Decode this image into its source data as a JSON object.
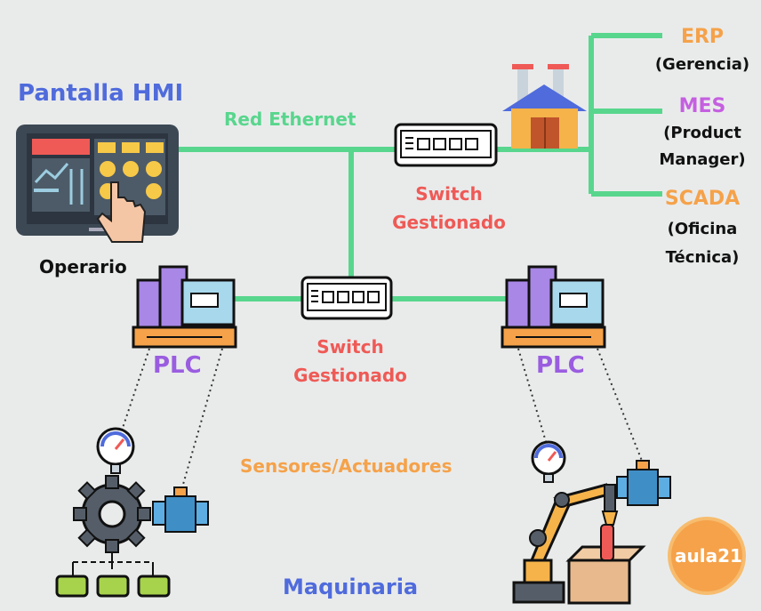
{
  "colors": {
    "background": "#e9ebeb",
    "network_line": "#58d68d",
    "hmi_title": "#4f6bdc",
    "plc_label": "#9a5de0",
    "switch_label": "#ef5a56",
    "erp": "#f5a24a",
    "mes": "#c55fe0",
    "scada": "#f5a24a",
    "sensors": "#f5a24a",
    "machinery": "#4f6bdc",
    "text_dark": "#111111"
  },
  "hmi": {
    "title": "Pantalla HMI",
    "operator_label": "Operario"
  },
  "network": {
    "label": "Red Ethernet"
  },
  "switch_top": {
    "line1": "Switch",
    "line2": "Gestionado"
  },
  "switch_bottom": {
    "line1": "Switch",
    "line2": "Gestionado"
  },
  "plc_left": {
    "label": "PLC"
  },
  "plc_right": {
    "label": "PLC"
  },
  "systems": {
    "erp": {
      "name": "ERP",
      "line1": "(Gerencia)"
    },
    "mes": {
      "name": "MES",
      "line1": "(Product",
      "line2": "Manager)"
    },
    "scada": {
      "name": "SCADA",
      "line1": "(Oficina",
      "line2": "Técnica)"
    }
  },
  "field": {
    "label": "Sensores/Actuadores"
  },
  "machinery": {
    "label": "Maquinaria"
  },
  "logo": {
    "text": "aula21"
  },
  "icons": [
    "monitor-touch-icon",
    "factory-icon",
    "switch-icon",
    "plc-icon",
    "gauge-icon",
    "flowmeter-icon",
    "gear-icon",
    "robot-arm-icon",
    "box-icon"
  ]
}
